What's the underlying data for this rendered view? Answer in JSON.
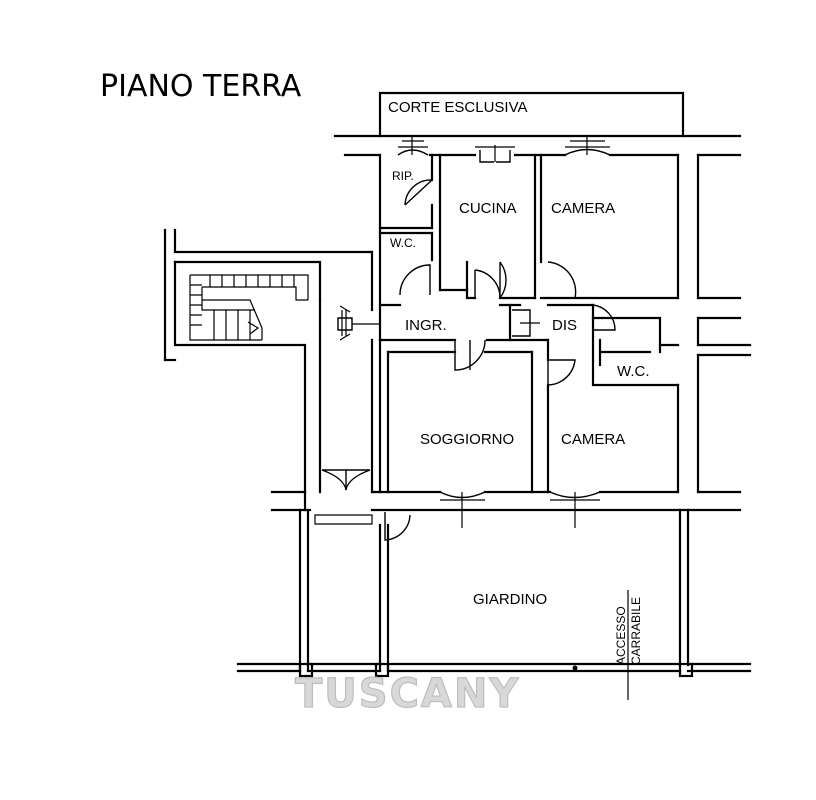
{
  "plan": {
    "title": "PIANO TERRA",
    "watermark": "TUSCANY",
    "rooms": {
      "corte": "CORTE ESCLUSIVA",
      "rip": "RIP.",
      "cucina": "CUCINA",
      "camera_top": "CAMERA",
      "wc_left": "W.C.",
      "ingr": "INGR.",
      "dis": "DIS",
      "wc_right": "W.C.",
      "soggiorno": "SOGGIORNO",
      "camera_bottom": "CAMERA",
      "giardino": "GIARDINO",
      "accesso": "ACCESSO",
      "carrabile": "CARRABILE"
    }
  }
}
